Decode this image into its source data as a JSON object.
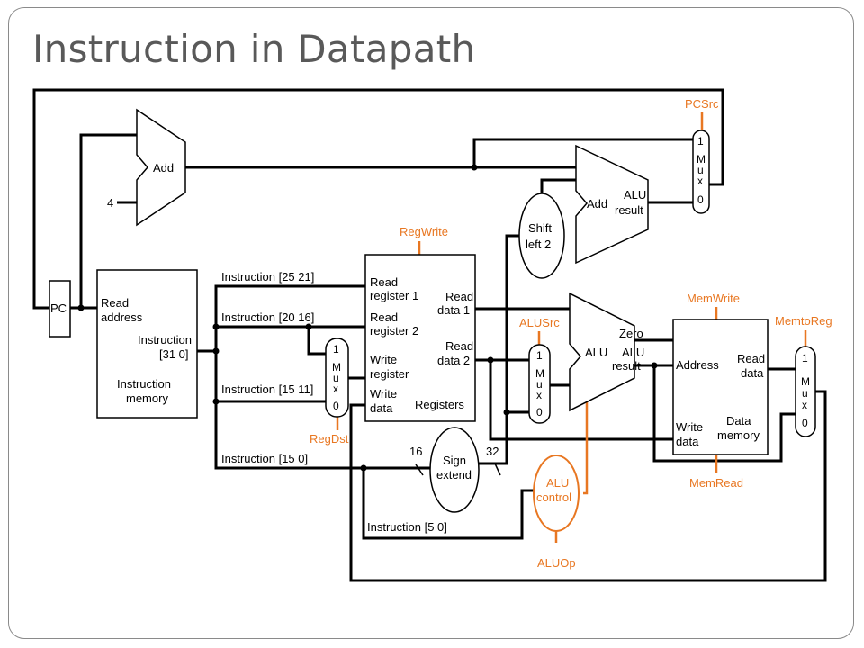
{
  "slide": {
    "title": "Instruction in Datapath"
  },
  "pc": {
    "label": "PC"
  },
  "adders": {
    "pc_add": "Add",
    "branch_add": "Add",
    "branch_alu": "ALU",
    "branch_result": "result",
    "constant_four": "4"
  },
  "instruction_memory": {
    "read": "Read",
    "address": "address",
    "instruction": "Instruction",
    "bits": "[31  0]",
    "name1": "Instruction",
    "name2": "memory"
  },
  "fields": {
    "f1": "Instruction [25  21]",
    "f2": "Instruction [20  16]",
    "f3": "Instruction [15  11]",
    "f4": "Instruction [15  0]",
    "f5": "Instruction [5  0]"
  },
  "registers": {
    "rr1a": "Read",
    "rr1b": "register 1",
    "rr2a": "Read",
    "rr2b": "register 2",
    "wra": "Write",
    "wrb": "register",
    "wda": "Write",
    "wdb": "data",
    "rd1a": "Read",
    "rd1b": "data 1",
    "rd2a": "Read",
    "rd2b": "data 2",
    "name": "Registers"
  },
  "mux": {
    "top": "1",
    "m": "M",
    "u": "u",
    "x": "x",
    "bottom": "0"
  },
  "shift": {
    "line1": "Shift",
    "line2": "left 2"
  },
  "sign_extend": {
    "line1": "Sign",
    "line2": "extend",
    "in_width": "16",
    "out_width": "32"
  },
  "alu": {
    "name": "ALU",
    "zero": "Zero",
    "result1": "ALU",
    "result2": "result"
  },
  "alu_control": {
    "line1": "ALU",
    "line2": "control"
  },
  "data_memory": {
    "address": "Address",
    "read1": "Read",
    "read2": "data",
    "write1": "Write",
    "write2": "data",
    "name1": "Data",
    "name2": "memory"
  },
  "control_signals": {
    "pcsrc": "PCSrc",
    "regwrite": "RegWrite",
    "regdst": "RegDst",
    "alusrc": "ALUSrc",
    "memwrite": "MemWrite",
    "memtoreg": "MemtoReg",
    "memread": "MemRead",
    "aluop": "ALUOp"
  },
  "colors": {
    "control": "#e87722",
    "title": "#595959",
    "wire": "#000000"
  }
}
